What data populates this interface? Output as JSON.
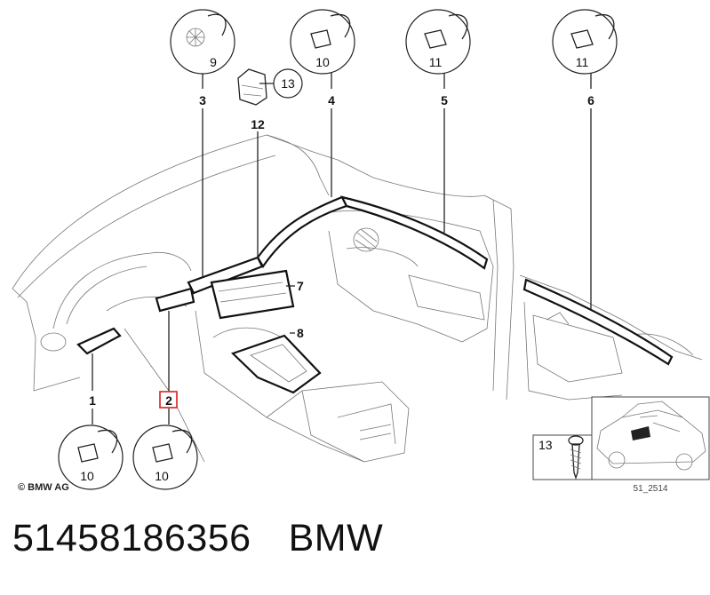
{
  "diagram": {
    "copyright": "© BMW AG",
    "diagram_code": "51_2514",
    "callouts": {
      "c1": "1",
      "c2": "2",
      "c3": "3",
      "c4": "4",
      "c5": "5",
      "c6": "6",
      "c7": "7",
      "c8": "8",
      "c12": "12",
      "c13": "13"
    },
    "detail_numbers": {
      "d9": "9",
      "d10a": "10",
      "d11a": "11",
      "d11b": "11",
      "d10b": "10",
      "d10c": "10",
      "d13": "13"
    },
    "highlighted_callout": "2"
  },
  "footer": {
    "part_number": "51458186356",
    "brand": "BMW"
  }
}
